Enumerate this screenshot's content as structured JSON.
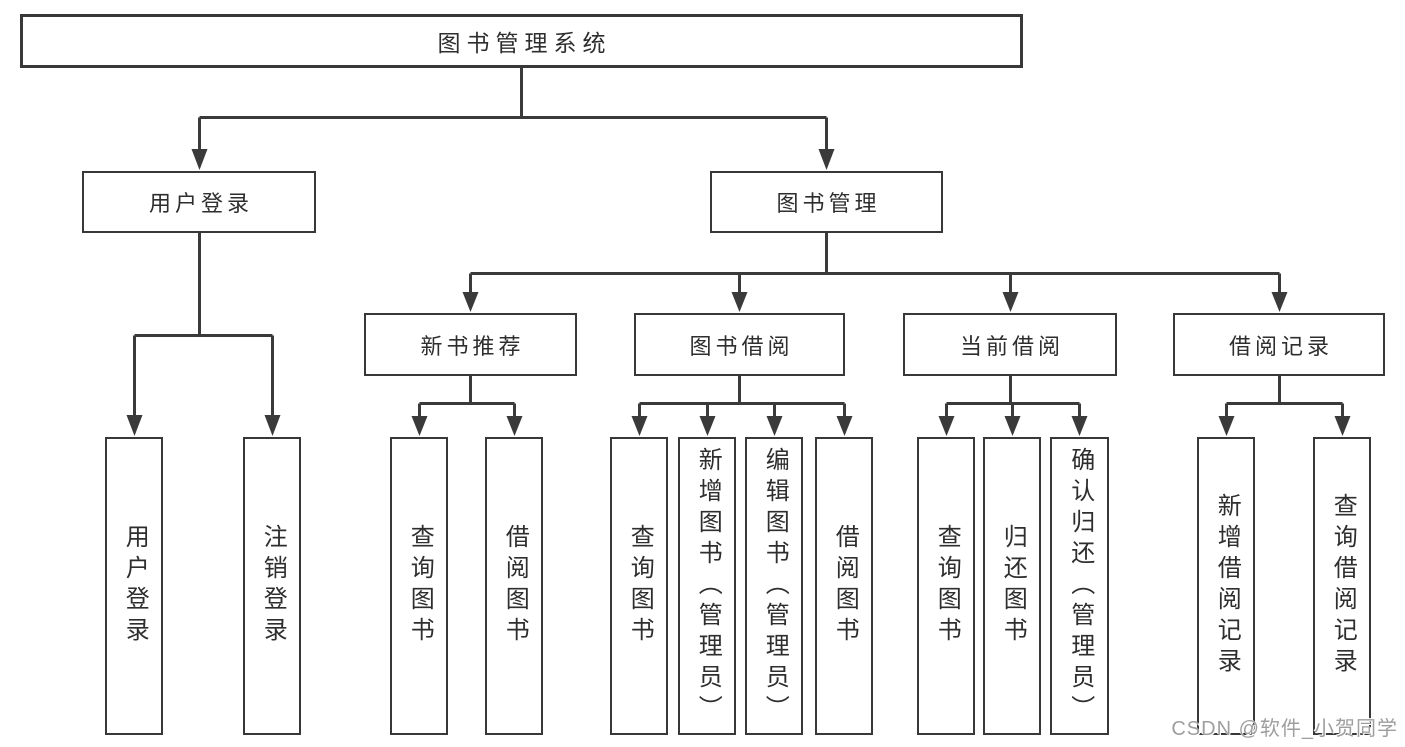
{
  "diagram": {
    "tree": {
      "label": "图书管理系统",
      "children": [
        {
          "label": "用户登录",
          "children": [
            {
              "label": "用户登录"
            },
            {
              "label": "注销登录"
            }
          ]
        },
        {
          "label": "图书管理",
          "children": [
            {
              "label": "新书推荐",
              "children": [
                {
                  "label": "查询图书"
                },
                {
                  "label": "借阅图书"
                }
              ]
            },
            {
              "label": "图书借阅",
              "children": [
                {
                  "label": "查询图书"
                },
                {
                  "label": "新增图书（管理员）"
                },
                {
                  "label": "编辑图书（管理员）"
                },
                {
                  "label": "借阅图书"
                }
              ]
            },
            {
              "label": "当前借阅",
              "children": [
                {
                  "label": "查询图书"
                },
                {
                  "label": "归还图书"
                },
                {
                  "label": "确认归还（管理员）"
                }
              ]
            },
            {
              "label": "借阅记录",
              "children": [
                {
                  "label": "新增借阅记录"
                },
                {
                  "label": "查询借阅记录"
                }
              ]
            }
          ]
        }
      ]
    },
    "colors": {
      "line": "#3a3a3a",
      "box_border": "#383838",
      "text": "#2e2e2e",
      "watermark_text": "#9e9e9e",
      "background": "#ffffff"
    }
  },
  "watermark": {
    "text": "CSDN @软件_小贺同学"
  }
}
